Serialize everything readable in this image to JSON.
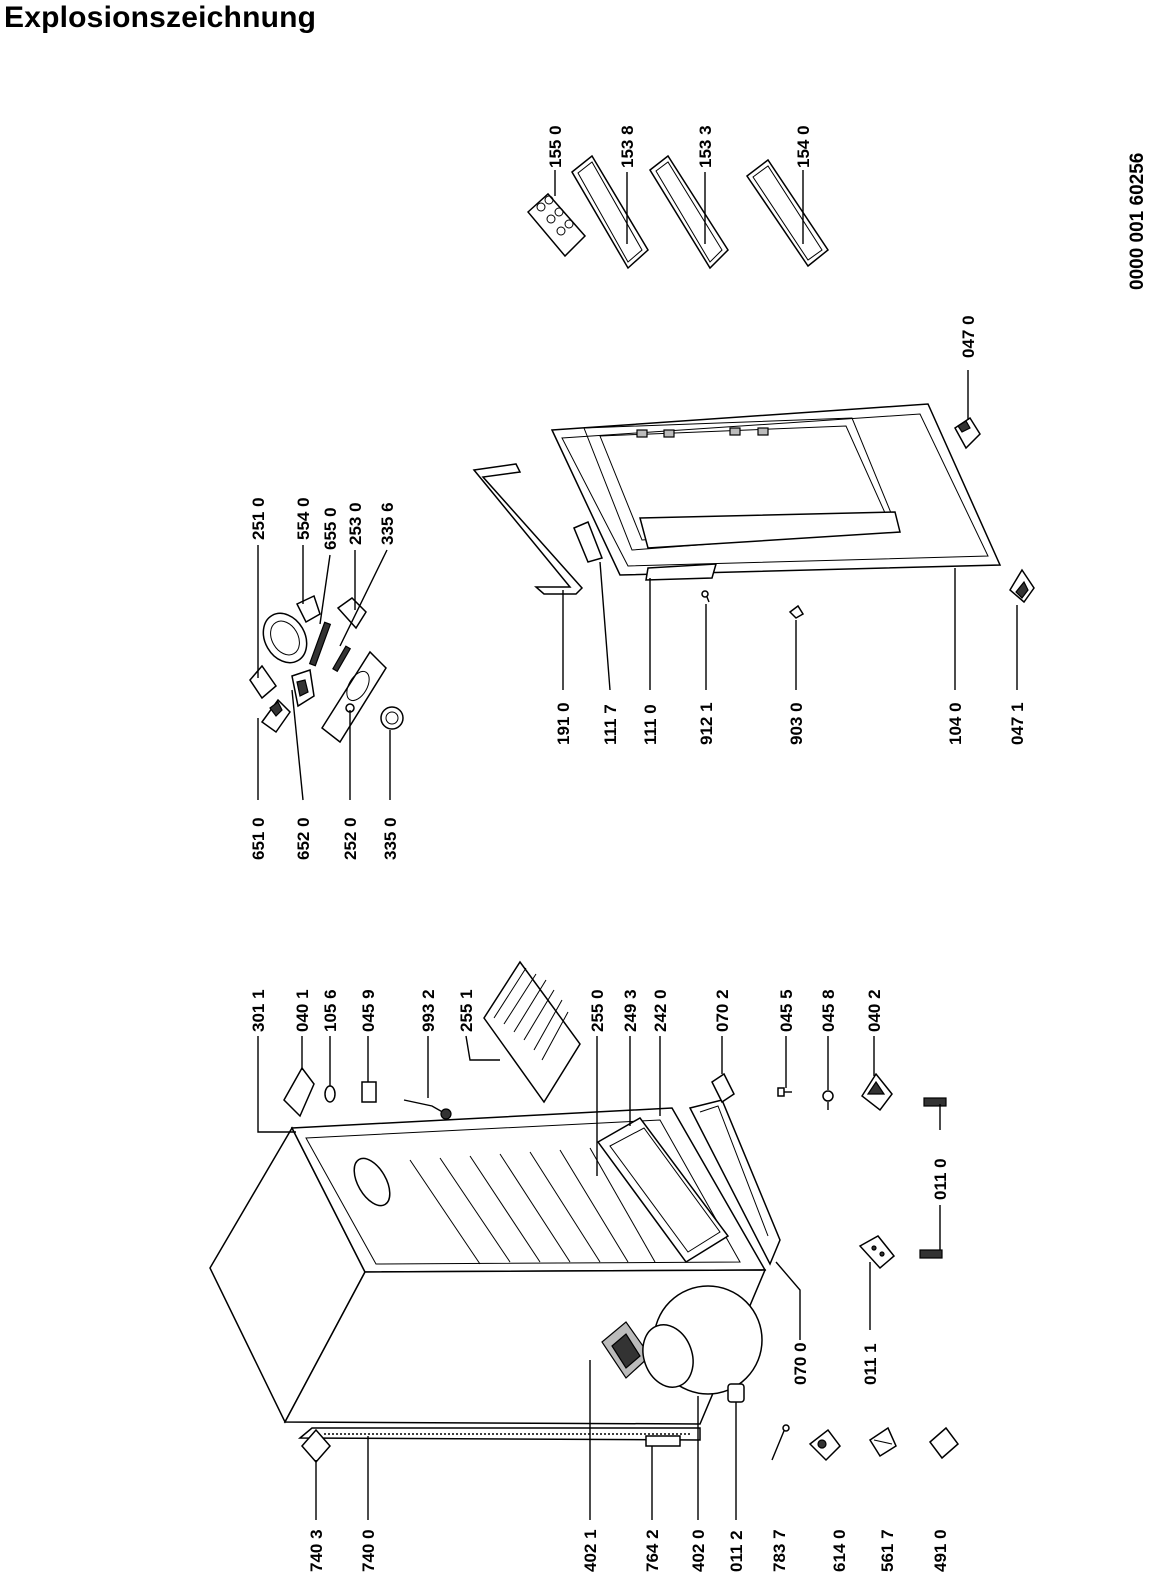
{
  "page": {
    "title": "Explosionszeichnung",
    "document_number": "0000 001 60256"
  },
  "part_labels": {
    "p1550": "155 0",
    "p1538": "153 8",
    "p1533": "153 3",
    "p1540": "154 0",
    "p0470": "047 0",
    "p0471": "047 1",
    "p1910": "191 0",
    "p1117": "111 7",
    "p1110": "111 0",
    "p9121": "912 1",
    "p9030": "903 0",
    "p1040": "104 0",
    "p2510": "251 0",
    "p5540": "554 0",
    "p6550": "655 0",
    "p2530": "253 0",
    "p3356": "335 6",
    "p6510": "651 0",
    "p6520": "652 0",
    "p2520": "252 0",
    "p3350": "335 0",
    "p3011": "301  1",
    "p0401": "040 1",
    "p1056": "105 6",
    "p0459": "045 9",
    "p9932": "993 2",
    "p2551": "255 1",
    "p2550": "255 0",
    "p2493": "249 3",
    "p2420": "242 0",
    "p0702": "070 2",
    "p0455": "045 5",
    "p0458": "045 8",
    "p0402": "040 2",
    "p0110": "011 0",
    "p0111": "011 1",
    "p0700": "070 0",
    "p7403": "740 3",
    "p7400": "740 0",
    "p4021": "402 1",
    "p7642": "764 2",
    "p4020": "402 0",
    "p0112": "011 2",
    "p7837": "783 7",
    "p6140": "614 0",
    "p5617": "561 7",
    "p4910": "491 0"
  }
}
